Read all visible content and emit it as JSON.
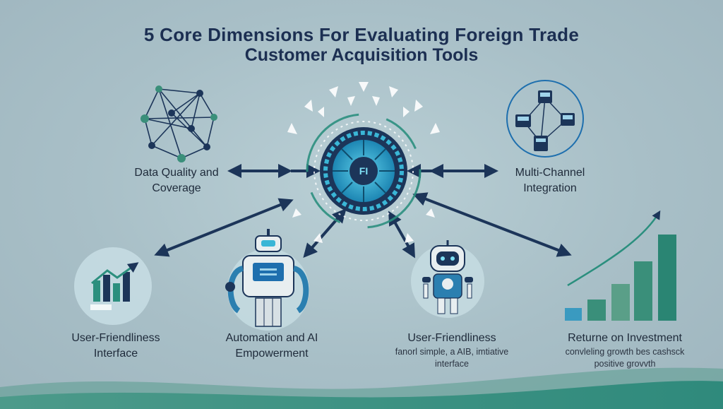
{
  "title": {
    "line1": "5 Core Dimensions For Evaluating Foreign Trade",
    "line2": "Customer Acquisition Tools"
  },
  "hub": {
    "label": "FI"
  },
  "dimensions": [
    {
      "id": "data-quality",
      "label_line1": "Data Quality and",
      "label_line2": "Coverage",
      "icon": "network-globe-icon"
    },
    {
      "id": "multi-channel",
      "label_line1": "Multi-Channel",
      "label_line2": "Integration",
      "icon": "channel-network-icon"
    },
    {
      "id": "user-friendliness-left",
      "label_line1": "User-Friendliness",
      "label_line2": "Interface",
      "icon": "bar-chart-icon"
    },
    {
      "id": "automation-ai",
      "label_line1": "Automation and AI",
      "label_line2": "Empowerment",
      "icon": "robot-icon"
    },
    {
      "id": "user-friendliness-right",
      "label_line1": "User-Friendliness",
      "sub_line1": "fanorl simple, a AIB, imtiative",
      "sub_line2": "interface",
      "icon": "small-robot-icon"
    },
    {
      "id": "roi",
      "label_line1": "Returne on Investment",
      "sub_line1": "convleling growth bes cashsck",
      "sub_line2": "positive grovvth",
      "icon": "growth-chart-icon"
    }
  ],
  "colors": {
    "navy": "#1c3559",
    "teal": "#2b8f7e",
    "cyan": "#3ab6d6",
    "background": "#a9c0c8"
  }
}
